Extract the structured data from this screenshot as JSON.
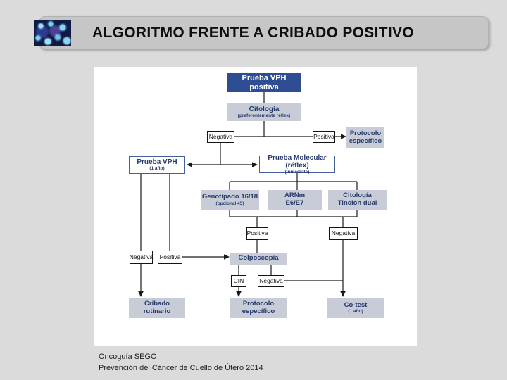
{
  "title_bar": {
    "title": "ALGORITMO FRENTE A CRIBADO POSITIVO",
    "image": "microscopy-cells-photo"
  },
  "footer": {
    "line1": "Oncoguía SEGO",
    "line2": "Prevención del Cáncer de Cuello de Útero 2014"
  },
  "colors": {
    "slide_bg": "#dbdbdb",
    "titlebar_bg": "#c6c6c6",
    "panel_bg": "#ffffff",
    "node_dark_blue": "#2f4d92",
    "node_gray_blue": "#c8ccd6",
    "navy_text": "#263a6d",
    "connector_black": "#1a1a1a"
  },
  "flowchart": {
    "nodes": {
      "prueba_vph_positiva": {
        "l1": "Prueba VPH positiva"
      },
      "citologia": {
        "l1": "Citología",
        "sub": "(preferentemente réflex)"
      },
      "negativa_citologia": {
        "l1": "Negativa"
      },
      "positiva_citologia": {
        "l1": "Positiva"
      },
      "protocolo_especifico_top": {
        "l1": "Protocolo",
        "l2": "específico"
      },
      "prueba_vph_1ano": {
        "l1": "Prueba VPH",
        "sub": "(1 año)"
      },
      "prueba_molecular": {
        "l1": "Prueba Molecular (réflex)",
        "sub": "(inmediata)"
      },
      "genotipado": {
        "l1": "Genotipado 16/18",
        "sub": "(opcional 45)"
      },
      "arnm": {
        "l1": "ARNm",
        "l2": "E6/E7"
      },
      "citologia_tincion": {
        "l1": "Citología",
        "l2": "Tinción dual"
      },
      "positiva_molecular": {
        "l1": "Positiva"
      },
      "negativa_molecular": {
        "l1": "Negativa"
      },
      "negativa_vph": {
        "l1": "Negativa"
      },
      "positiva_vph": {
        "l1": "Positiva"
      },
      "colposcopia": {
        "l1": "Colposcopia"
      },
      "cin": {
        "l1": "CIN"
      },
      "negativa_colposcopia": {
        "l1": "Negativa"
      },
      "cribado_rutinario": {
        "l1": "Cribado",
        "l2": "rutinario"
      },
      "protocolo_especifico_bottom": {
        "l1": "Protocolo",
        "l2": "específico"
      },
      "co_test": {
        "l1": "Co-test",
        "sub": "(1 año)"
      }
    }
  }
}
